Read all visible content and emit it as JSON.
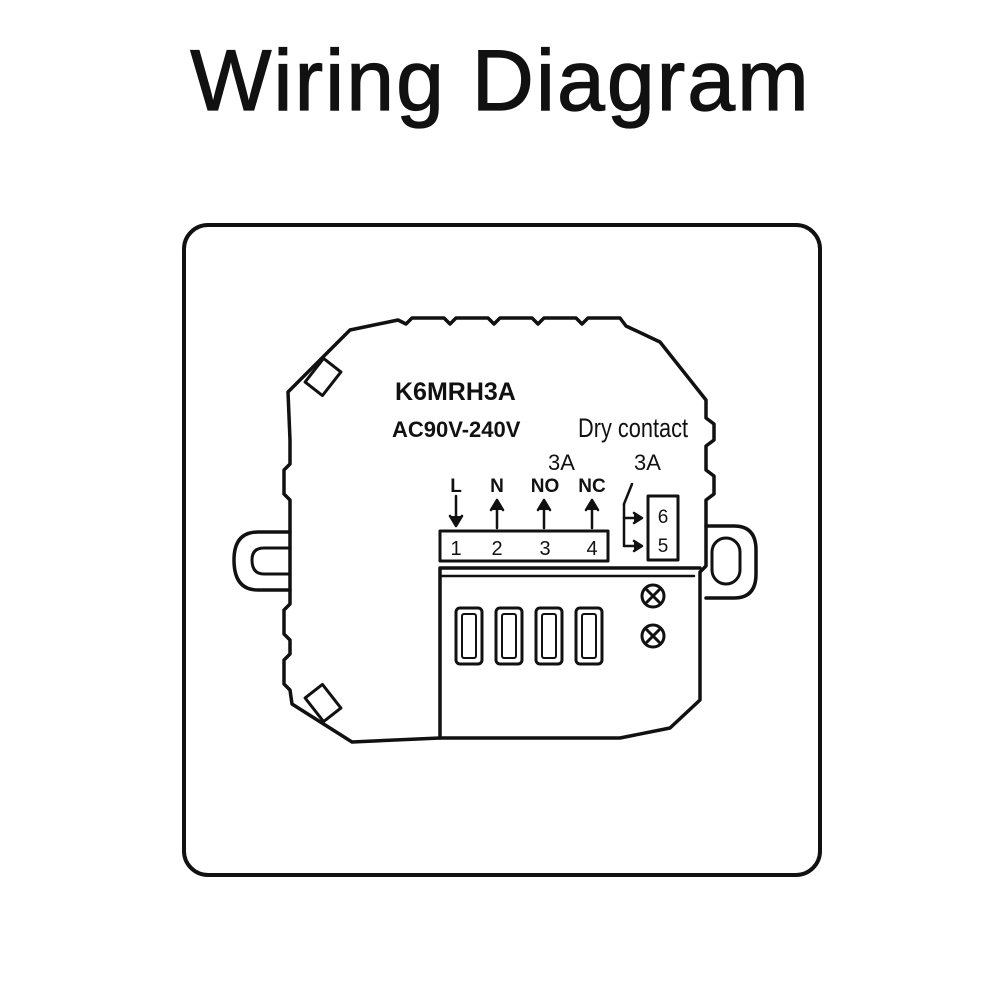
{
  "title": "Wiring Diagram",
  "device": {
    "model": "K6MRH3A",
    "voltage": "AC90V-240V",
    "dry_contact_label": "Dry contact",
    "rating_relay": "3A",
    "rating_dry_contact": "3A"
  },
  "terminals": {
    "labels": [
      "L",
      "N",
      "NO",
      "NC"
    ],
    "numbers": [
      "1",
      "2",
      "3",
      "4"
    ],
    "dry_contact_numbers": [
      "6",
      "5"
    ]
  },
  "colors": {
    "line": "#111111",
    "background": "#ffffff"
  }
}
